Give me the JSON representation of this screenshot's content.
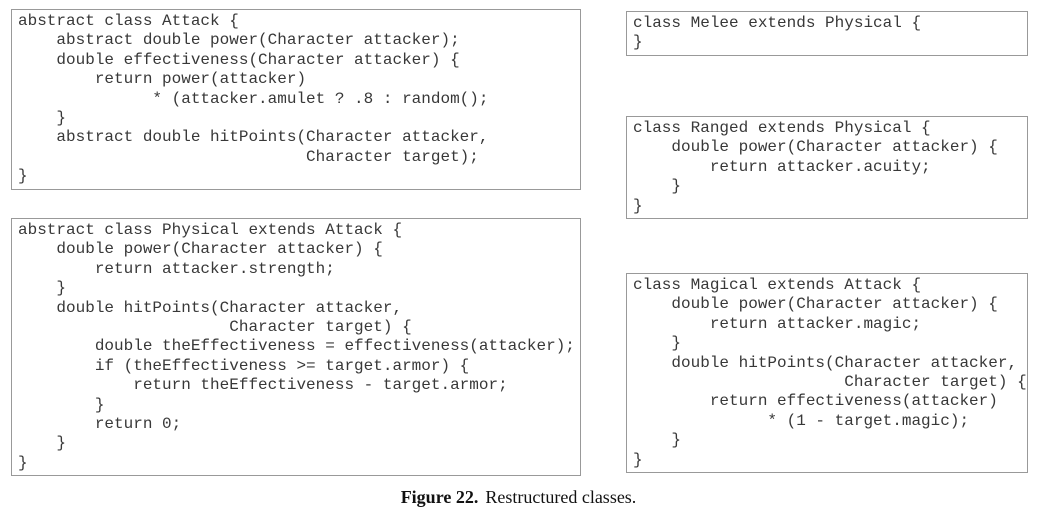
{
  "figure": {
    "caption": {
      "label": "Figure 22.",
      "text": "Restructured classes."
    }
  },
  "boxes": {
    "attack": {
      "title": "abstract class Attack",
      "code": "abstract class Attack {\n    abstract double power(Character attacker);\n    double effectiveness(Character attacker) {\n        return power(attacker)\n              * (attacker.amulet ? .8 : random();\n    }\n    abstract double hitPoints(Character attacker,\n                              Character target);\n}"
    },
    "physical": {
      "title": "abstract class Physical extends Attack",
      "code": "abstract class Physical extends Attack {\n    double power(Character attacker) {\n        return attacker.strength;\n    }\n    double hitPoints(Character attacker,\n                      Character target) {\n        double theEffectiveness = effectiveness(attacker);\n        if (theEffectiveness >= target.armor) {\n            return theEffectiveness - target.armor;\n        }\n        return 0;\n    }\n}"
    },
    "melee": {
      "title": "class Melee extends Physical",
      "code": "class Melee extends Physical {\n}"
    },
    "ranged": {
      "title": "class Ranged extends Physical",
      "code": "class Ranged extends Physical {\n    double power(Character attacker) {\n        return attacker.acuity;\n    }\n}"
    },
    "magical": {
      "title": "class Magical extends Attack",
      "code": "class Magical extends Attack {\n    double power(Character attacker) {\n        return attacker.magic;\n    }\n    double hitPoints(Character attacker,\n                      Character target) {\n        return effectiveness(attacker)\n              * (1 - target.magic);\n    }\n}"
    }
  }
}
